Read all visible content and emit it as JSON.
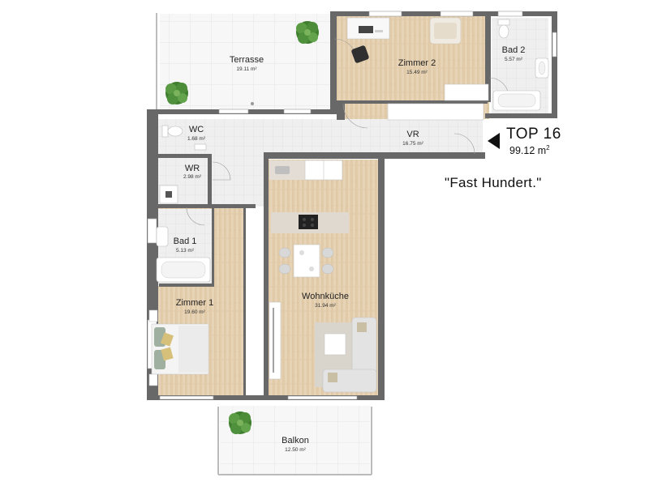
{
  "unit": {
    "name": "TOP 16",
    "area_value": "99.12 m",
    "area_sup": "2",
    "tagline": "\"Fast Hundert.\""
  },
  "rooms": {
    "terrasse": {
      "label": "Terrasse",
      "area": "19.11 m²"
    },
    "zimmer2": {
      "label": "Zimmer 2",
      "area": "15.49 m²"
    },
    "bad2": {
      "label": "Bad 2",
      "area": "5.57 m²"
    },
    "wc": {
      "label": "WC",
      "area": "1.68 m²"
    },
    "vr": {
      "label": "VR",
      "area": "16.75 m²"
    },
    "wr": {
      "label": "WR",
      "area": "2.98 m²"
    },
    "bad1": {
      "label": "Bad 1",
      "area": "5.13 m²"
    },
    "zimmer1": {
      "label": "Zimmer 1",
      "area": "19.60 m²"
    },
    "wohnkueche": {
      "label": "Wohnküche",
      "area": "31.94 m²"
    },
    "balkon": {
      "label": "Balkon",
      "area": "12.50 m²"
    }
  },
  "colors": {
    "wall": "#686868",
    "wood": "#e6d1b3",
    "tile": "#eeeeee",
    "paving": "#f6f6f6",
    "plant": "#4f8f3a"
  },
  "icons": [
    "entrance-arrow-icon",
    "plant-icon",
    "bed-icon",
    "sofa-icon",
    "stove-icon",
    "sink-icon",
    "toilet-icon",
    "bathtub-icon",
    "desk-icon",
    "chair-icon"
  ]
}
